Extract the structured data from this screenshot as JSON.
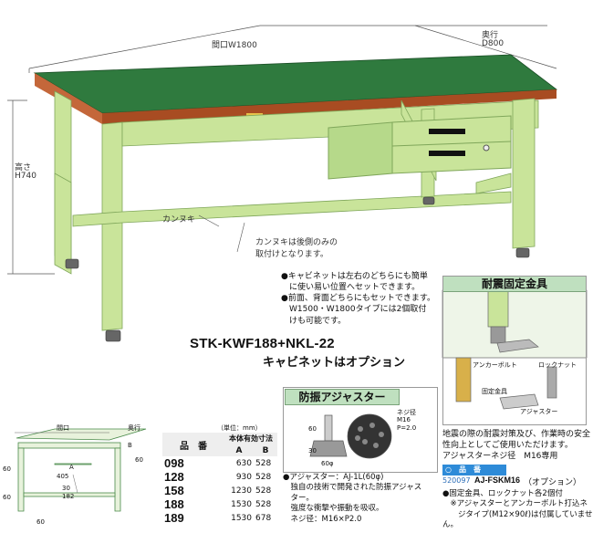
{
  "main_dims": {
    "width": "間口W1800",
    "depth_label": "奥行",
    "depth_value": "D800",
    "height_label": "高さ",
    "height_value": "H740",
    "crossbar": "カンヌキ",
    "crossbar_note_1": "カンヌキは後側のみの",
    "crossbar_note_2": "取付けとなります。"
  },
  "features": [
    "●キャビネットは左右のどちらにも簡単",
    "　に使い易い位置へセットできます。",
    "●前面、背面どちらにもセットできます。",
    "　W1500・W1800タイプには2個取付",
    "　けも可能です。"
  ],
  "model": {
    "name": "STK-KWF188+NKL-22",
    "option": "キャビネットはオプション"
  },
  "seismic": {
    "title": "耐震固定金具",
    "anchor_bolt": "アンカーボルト",
    "lock_nut": "ロックナット",
    "bracket": "固定金具",
    "adjuster": "アジャスター",
    "desc_1": "地震の際の耐震対策及び、作業時の安全",
    "desc_2": "性向上としてご使用いただけます。",
    "desc_3": "アジャスターネジ径　M16専用",
    "code_header": "○　品　番",
    "code": "520097",
    "code_name": "AJ-FSKM16",
    "code_option": "（オプション）",
    "notes": [
      "●固定金具、ロックナット各2個付",
      "　※アジャスターとアンカーボルト打込ネ",
      "　　ジタイプ(M12×90ℓ)は付属していません。"
    ]
  },
  "adjuster": {
    "title": "防振アジャスター",
    "dim_60": "60",
    "dim_30": "30",
    "dim_dia": "60φ",
    "screw_1": "ネジ径",
    "screw_2": "M16",
    "screw_3": "P=2.0",
    "desc": [
      "●アジャスター：AJ-1L(60φ)",
      "　独自の技術で開発された防振アジャス",
      "　ター。",
      "　強度な衝撃や振動を吸収。",
      "　ネジ径：M16×P2.0"
    ]
  },
  "small_dims": {
    "front": "間口",
    "depth": "奥行",
    "a": "A",
    "b": "B",
    "d405": "405",
    "d30": "30",
    "d182": "182",
    "d60a": "60",
    "d60b": "60",
    "d60c": "60",
    "d60d": "60"
  },
  "spec_table": {
    "unit": "（単位：mm）",
    "header_code": "品　番",
    "header_inner": "本体有効寸法",
    "header_a": "A",
    "header_b": "B",
    "rows": [
      {
        "code": "098",
        "a": "630",
        "b": "528"
      },
      {
        "code": "128",
        "a": "930",
        "b": "528"
      },
      {
        "code": "158",
        "a": "1230",
        "b": "528"
      },
      {
        "code": "188",
        "a": "1530",
        "b": "528"
      },
      {
        "code": "189",
        "a": "1530",
        "b": "678"
      }
    ]
  }
}
